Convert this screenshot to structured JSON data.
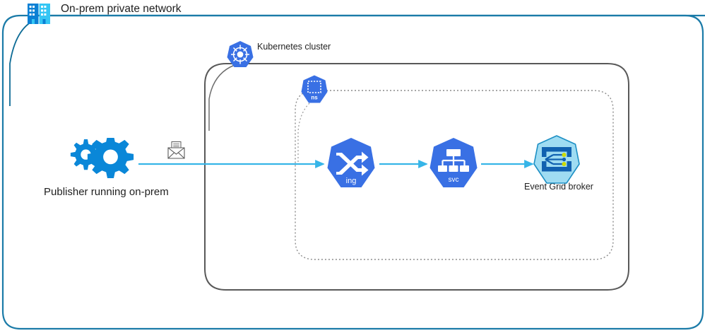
{
  "diagram": {
    "title": "On-prem private network",
    "type": "architecture-diagram",
    "colors": {
      "onprem_border": "#1B7BA8",
      "cluster_border": "#595959",
      "namespace_border": "#8C8C8C",
      "arrow": "#36B5E8",
      "k8s_blue": "#3970E4",
      "gear_blue": "#0A87D8",
      "broker_fill": "#9FDCF2",
      "broker_stroke": "#1C8FC4",
      "broker_glyph": "#1161B0",
      "building_dark": "#0B80D4",
      "building_light": "#35C6F4",
      "text": "#1F1F1F",
      "background": "#FFFFFF"
    },
    "boundaries": [
      {
        "name": "on-prem-private-network",
        "label": "On-prem private network",
        "style": "solid",
        "color": "#1B7BA8",
        "icon": "building-icon"
      },
      {
        "name": "kubernetes-cluster",
        "label": "Kubernetes cluster",
        "style": "solid",
        "color": "#595959",
        "icon": "kubernetes-icon"
      },
      {
        "name": "kubernetes-namespace",
        "label": "ns",
        "style": "dashed",
        "color": "#8C8C8C",
        "icon": "namespace-icon"
      }
    ],
    "nodes": [
      {
        "id": "publisher",
        "label": "Publisher running on-prem",
        "icon": "gears-icon",
        "location": "on-prem-private-network"
      },
      {
        "id": "event-message",
        "label": "",
        "icon": "envelope-icon",
        "location": "on-prem-private-network"
      },
      {
        "id": "ingress",
        "label": "ing",
        "icon": "kubernetes-ingress-icon",
        "location": "kubernetes-namespace"
      },
      {
        "id": "service",
        "label": "svc",
        "icon": "kubernetes-service-icon",
        "location": "kubernetes-namespace"
      },
      {
        "id": "event-grid-broker",
        "label": "Event Grid broker",
        "icon": "event-grid-icon",
        "location": "kubernetes-namespace"
      }
    ],
    "connections": [
      {
        "from": "publisher",
        "to": "ingress",
        "style": "arrow",
        "color": "#36B5E8"
      },
      {
        "from": "ingress",
        "to": "service",
        "style": "arrow",
        "color": "#36B5E8"
      },
      {
        "from": "service",
        "to": "event-grid-broker",
        "style": "arrow",
        "color": "#36B5E8"
      }
    ],
    "labels": {
      "onprem": "On-prem private network",
      "cluster": "Kubernetes cluster",
      "publisher": "Publisher running on-prem",
      "broker": "Event Grid broker",
      "ns": "ns",
      "ing": "ing",
      "svc": "svc"
    }
  }
}
